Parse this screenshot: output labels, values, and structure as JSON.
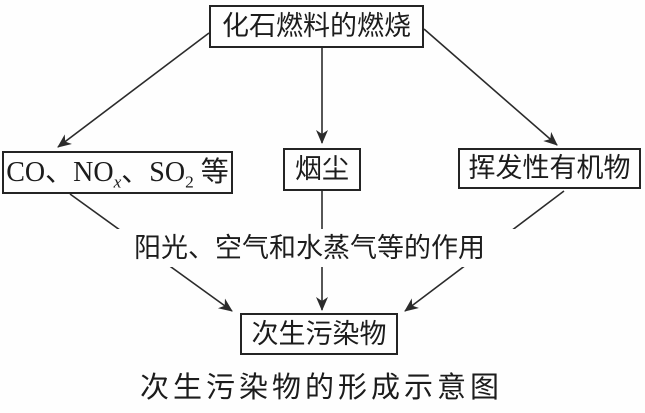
{
  "diagram": {
    "caption": "次生污染物的形成示意图",
    "condition_label": "阳光、空气和水蒸气等的作用",
    "nodes": {
      "source": "化石燃料的燃烧",
      "gases": {
        "p1": "CO、NO",
        "sub1": "x",
        "p2": "、SO",
        "sub2": "2",
        "p3": " 等"
      },
      "smoke": "烟尘",
      "voc": "挥发性有机物",
      "secondary": "次生污染物"
    },
    "arrows": [
      "source-to-gases",
      "source-to-smoke",
      "source-to-voc",
      "gases-to-secondary",
      "smoke-to-secondary",
      "voc-to-secondary"
    ],
    "colors": {
      "line": "#2b2b2b",
      "border": "#242424",
      "text": "#1c1c1c",
      "background": "#fefefe"
    }
  }
}
